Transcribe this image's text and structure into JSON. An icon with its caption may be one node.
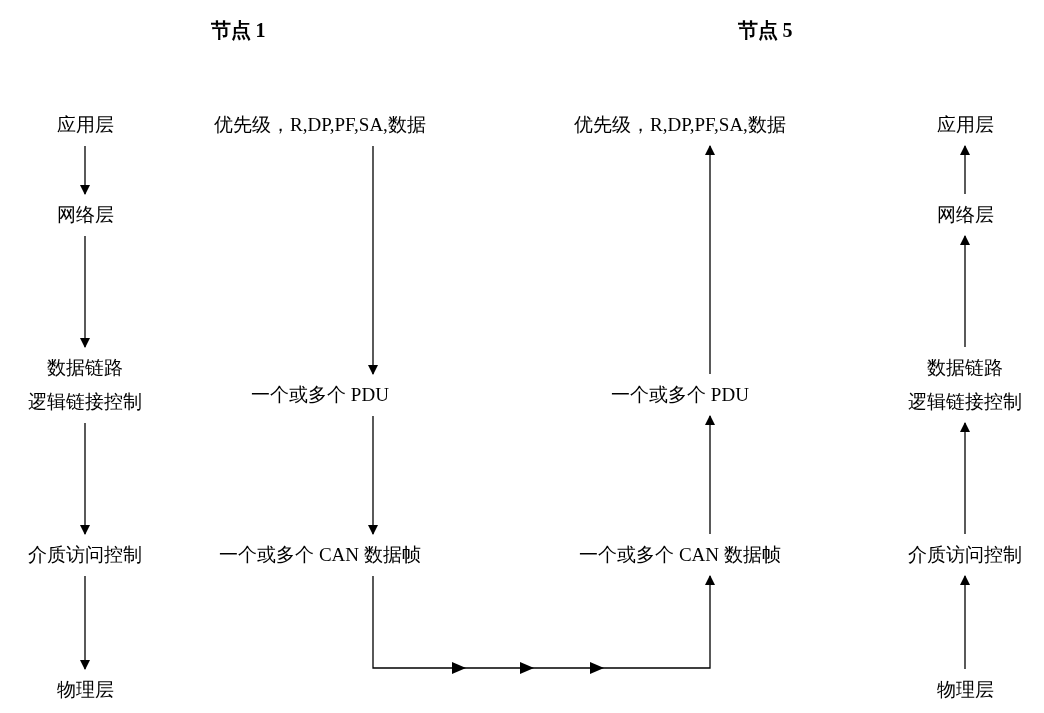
{
  "diagram": {
    "nodes": [
      {
        "text": [
          "应用层"
        ]
      },
      {
        "text": [
          "网络层"
        ]
      },
      {
        "text": [
          "数据链路",
          "逻辑链接控制"
        ]
      },
      {
        "text": [
          "介质访问控制"
        ]
      },
      {
        "text": [
          "物理层"
        ]
      },
      {
        "text": [
          "优先级，R,DP,PF,SA,数据"
        ]
      },
      {
        "text": [
          "一个或多个 PDU"
        ]
      },
      {
        "text": [
          "一个或多个 CAN 数据帧"
        ]
      },
      {
        "text": [
          "优先级，R,DP,PF,SA,数据"
        ]
      },
      {
        "text": [
          "一个或多个 PDU"
        ]
      },
      {
        "text": [
          "一个或多个 CAN 数据帧"
        ]
      },
      {
        "text": [
          "应用层"
        ]
      },
      {
        "text": [
          "网络层"
        ]
      },
      {
        "text": [
          "数据链路",
          "逻辑链接控制"
        ]
      },
      {
        "text": [
          "介质访问控制"
        ]
      },
      {
        "text": [
          "物理层"
        ]
      }
    ],
    "edges": [
      {
        "from": 0,
        "to": 1,
        "arrow": "to"
      },
      {
        "from": 1,
        "to": 2,
        "arrow": "to"
      },
      {
        "from": 2,
        "to": 3,
        "arrow": "to"
      },
      {
        "from": 3,
        "to": 4,
        "arrow": "to"
      },
      {
        "from": 5,
        "to": 6,
        "arrow": "to"
      },
      {
        "from": 6,
        "to": 7,
        "arrow": "to"
      },
      {
        "from": 7,
        "to": 10,
        "arrow": "to"
      },
      {
        "from": 10,
        "to": 9,
        "arrow": "to"
      },
      {
        "from": 9,
        "to": 8,
        "arrow": "to"
      },
      {
        "from": 15,
        "to": 14,
        "arrow": "to"
      },
      {
        "from": 14,
        "to": 13,
        "arrow": "to"
      },
      {
        "from": 13,
        "to": 12,
        "arrow": "to"
      },
      {
        "from": 12,
        "to": 11,
        "arrow": "to"
      }
    ],
    "labels": [
      "节点 1",
      "节点 5"
    ]
  }
}
